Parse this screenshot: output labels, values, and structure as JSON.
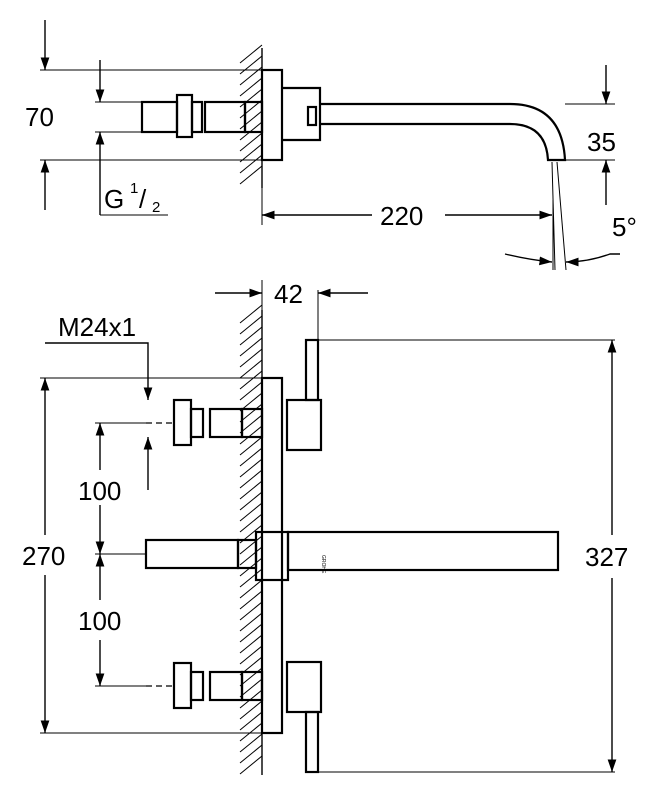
{
  "dimensions": {
    "top_70": "70",
    "thread_g": "G",
    "thread_num": "1",
    "thread_den": "2",
    "top_35": "35",
    "top_220": "220",
    "angle_5": "5°",
    "front_42": "42",
    "thread_m24": "M24x1",
    "front_100_upper": "100",
    "front_100_lower": "100",
    "front_270": "270",
    "front_327": "327"
  },
  "logo": "GROHE"
}
